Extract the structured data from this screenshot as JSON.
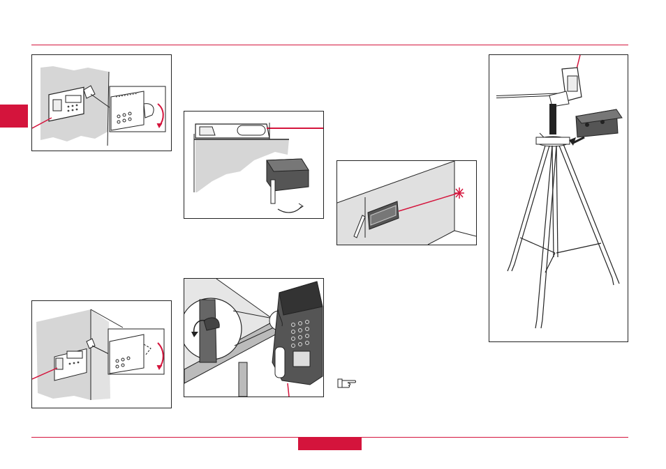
{
  "page": {
    "accent_color": "#d4143c",
    "line_color": "#222222",
    "figures": [
      {
        "name": "fig-wall-alignment",
        "icon": "device-against-wall"
      },
      {
        "name": "fig-corner-alignment",
        "icon": "device-in-corner"
      },
      {
        "name": "fig-edge-stop",
        "icon": "device-edge-stop"
      },
      {
        "name": "fig-table-corner",
        "icon": "device-table-corner"
      },
      {
        "name": "fig-laser-marking",
        "icon": "device-laser-point"
      },
      {
        "name": "fig-tripod",
        "icon": "device-on-tripod"
      }
    ],
    "note_icon": "pointing-hand-icon"
  }
}
